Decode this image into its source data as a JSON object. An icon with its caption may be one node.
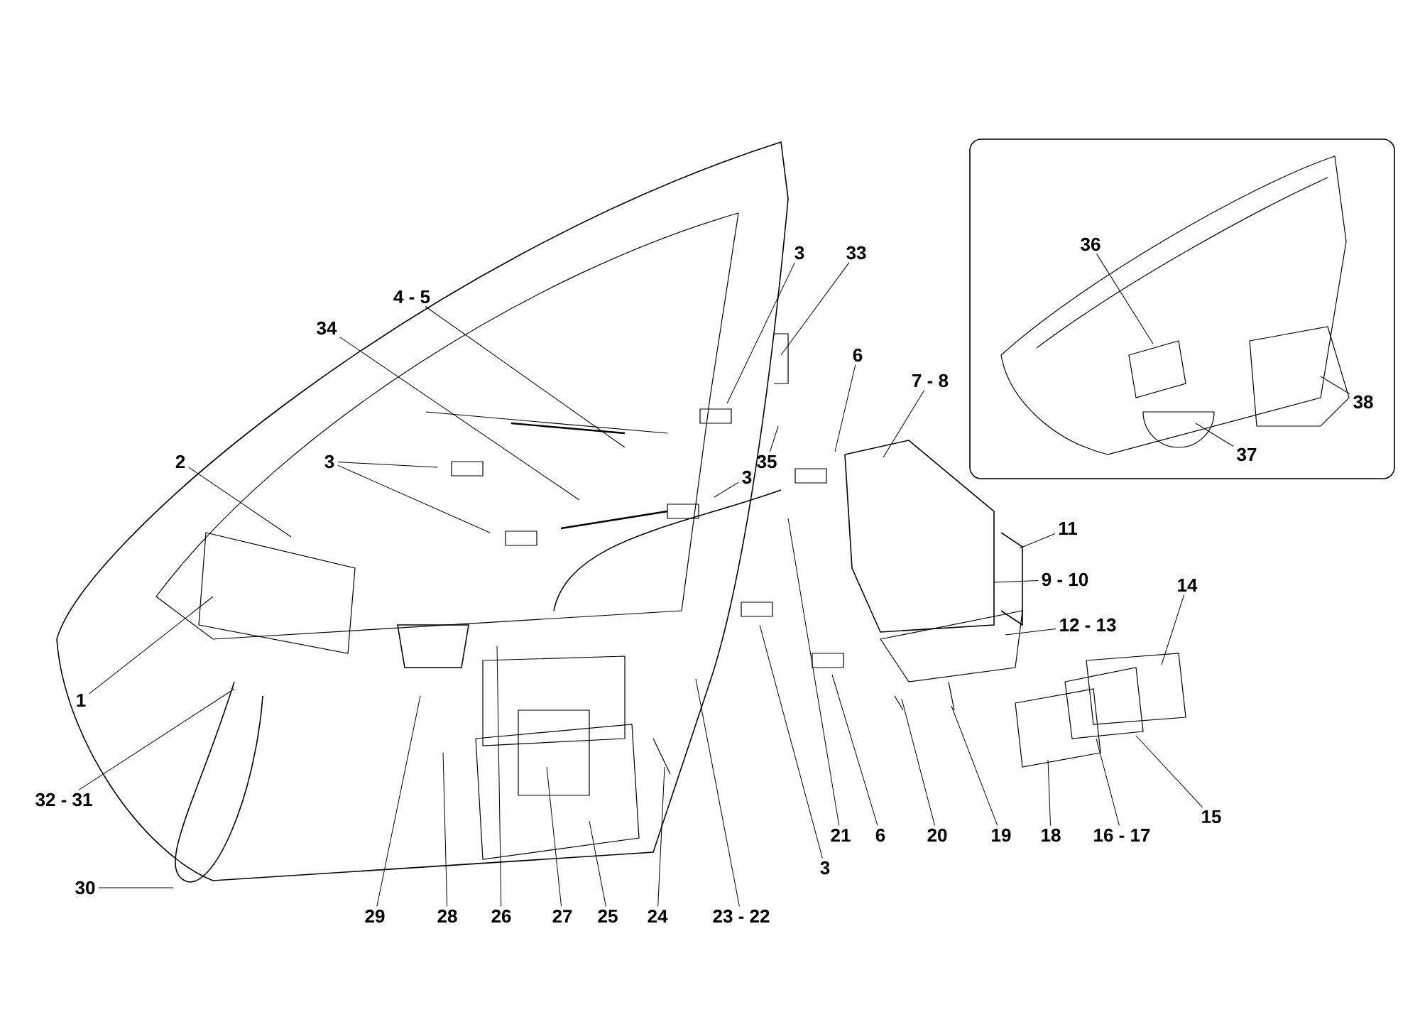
{
  "diagram": {
    "nodes": [
      {
        "text": [
          "3"
        ]
      },
      {
        "text": [
          "33"
        ]
      },
      {
        "text": [
          "4 - 5"
        ]
      },
      {
        "text": [
          "34"
        ]
      },
      {
        "text": [
          "6"
        ]
      },
      {
        "text": [
          "7 - 8"
        ]
      },
      {
        "text": [
          "2"
        ]
      },
      {
        "text": [
          "3"
        ]
      },
      {
        "text": [
          "35"
        ]
      },
      {
        "text": [
          "3"
        ]
      },
      {
        "text": [
          "11"
        ]
      },
      {
        "text": [
          "9 - 10"
        ]
      },
      {
        "text": [
          "14"
        ]
      },
      {
        "text": [
          "12 - 13"
        ]
      },
      {
        "text": [
          "1"
        ]
      },
      {
        "text": [
          "32 - 31"
        ]
      },
      {
        "text": [
          "15"
        ]
      },
      {
        "text": [
          "21"
        ]
      },
      {
        "text": [
          "6"
        ]
      },
      {
        "text": [
          "20"
        ]
      },
      {
        "text": [
          "19"
        ]
      },
      {
        "text": [
          "18"
        ]
      },
      {
        "text": [
          "16 - 17"
        ]
      },
      {
        "text": [
          "3"
        ]
      },
      {
        "text": [
          "30"
        ]
      },
      {
        "text": [
          "29"
        ]
      },
      {
        "text": [
          "28"
        ]
      },
      {
        "text": [
          "26"
        ]
      },
      {
        "text": [
          "27"
        ]
      },
      {
        "text": [
          "25"
        ]
      },
      {
        "text": [
          "24"
        ]
      },
      {
        "text": [
          "23 - 22"
        ]
      },
      {
        "text": [
          "36"
        ]
      },
      {
        "text": [
          "38"
        ]
      },
      {
        "text": [
          "37"
        ]
      }
    ],
    "edges": [
      {
        "from": 0,
        "to": null,
        "arrow": "none"
      },
      {
        "from": 1,
        "to": null,
        "arrow": "none"
      },
      {
        "from": 2,
        "to": null,
        "arrow": "none"
      },
      {
        "from": 3,
        "to": null,
        "arrow": "none"
      },
      {
        "from": 4,
        "to": null,
        "arrow": "none"
      },
      {
        "from": 5,
        "to": null,
        "arrow": "none"
      },
      {
        "from": 6,
        "to": null,
        "arrow": "none"
      },
      {
        "from": 7,
        "to": null,
        "arrow": "none"
      },
      {
        "from": 7,
        "to": null,
        "arrow": "none"
      },
      {
        "from": 8,
        "to": null,
        "arrow": "none"
      },
      {
        "from": 9,
        "to": null,
        "arrow": "none"
      },
      {
        "from": 10,
        "to": null,
        "arrow": "none"
      },
      {
        "from": 11,
        "to": null,
        "arrow": "none"
      },
      {
        "from": 12,
        "to": null,
        "arrow": "none"
      },
      {
        "from": 13,
        "to": null,
        "arrow": "none"
      },
      {
        "from": 14,
        "to": null,
        "arrow": "none"
      },
      {
        "from": 15,
        "to": null,
        "arrow": "none"
      },
      {
        "from": 16,
        "to": null,
        "arrow": "none"
      },
      {
        "from": 17,
        "to": null,
        "arrow": "none"
      },
      {
        "from": 18,
        "to": null,
        "arrow": "none"
      },
      {
        "from": 19,
        "to": null,
        "arrow": "none"
      },
      {
        "from": 20,
        "to": null,
        "arrow": "none"
      },
      {
        "from": 21,
        "to": null,
        "arrow": "none"
      },
      {
        "from": 22,
        "to": null,
        "arrow": "none"
      },
      {
        "from": 23,
        "to": null,
        "arrow": "none"
      },
      {
        "from": 24,
        "to": null,
        "arrow": "none"
      },
      {
        "from": 25,
        "to": null,
        "arrow": "none"
      },
      {
        "from": 26,
        "to": null,
        "arrow": "none"
      },
      {
        "from": 27,
        "to": null,
        "arrow": "none"
      },
      {
        "from": 28,
        "to": null,
        "arrow": "none"
      },
      {
        "from": 29,
        "to": null,
        "arrow": "none"
      },
      {
        "from": 30,
        "to": null,
        "arrow": "none"
      },
      {
        "from": 31,
        "to": null,
        "arrow": "none"
      },
      {
        "from": 32,
        "to": null,
        "arrow": "none"
      },
      {
        "from": 33,
        "to": null,
        "arrow": "none"
      },
      {
        "from": 34,
        "to": null,
        "arrow": "none"
      }
    ]
  }
}
